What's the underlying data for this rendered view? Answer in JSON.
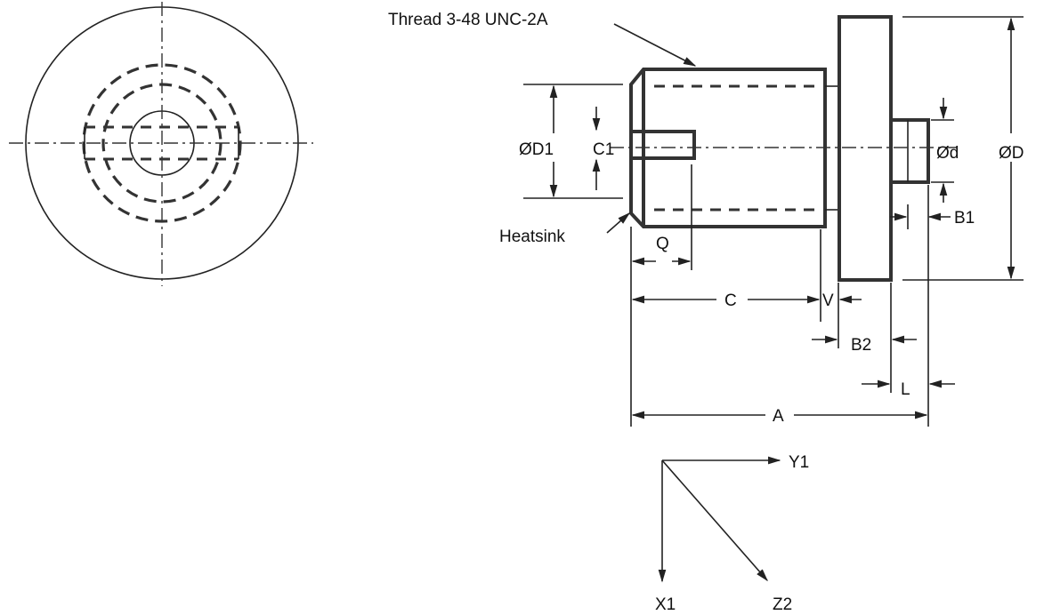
{
  "labels": {
    "thread": "Thread 3-48 UNC-2A",
    "heatsink": "Heatsink",
    "d1": "ØD1",
    "c1": "C1",
    "d_small": "Ød",
    "d_large": "ØD",
    "b1": "B1",
    "q": "Q",
    "c": "C",
    "v": "V",
    "b2": "B2",
    "l": "L",
    "a": "A",
    "y1": "Y1",
    "x1": "X1",
    "z2": "Z2"
  }
}
